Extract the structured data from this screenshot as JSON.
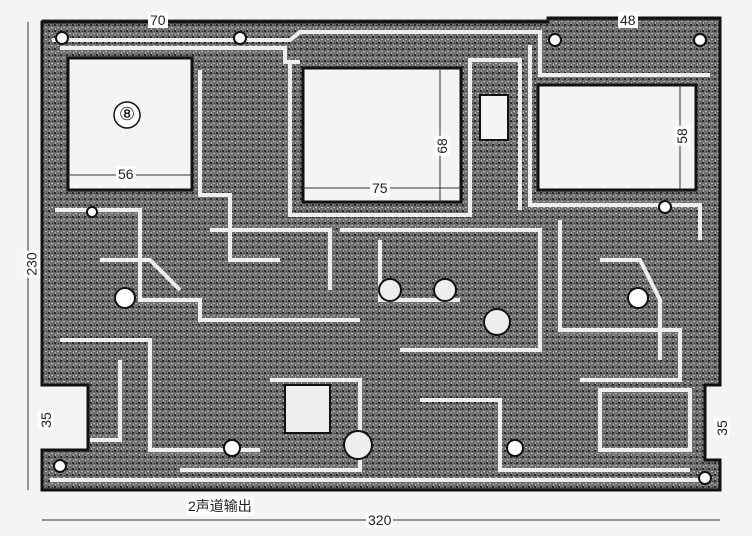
{
  "dimensions": {
    "top_left_width": "70",
    "top_right_width": "48",
    "left_cutout_width": "56",
    "center_cutout_width": "75",
    "center_cutout_height": "68",
    "right_cutout_height": "58",
    "board_height": "230",
    "bottom_left_height": "35",
    "bottom_right_height": "35",
    "board_width": "320"
  },
  "figure_number": "⑧",
  "caption": "2声道输出",
  "colors": {
    "copper": "#1c1c1c",
    "board": "#8a8a8a",
    "paper": "#f4f4f4"
  }
}
